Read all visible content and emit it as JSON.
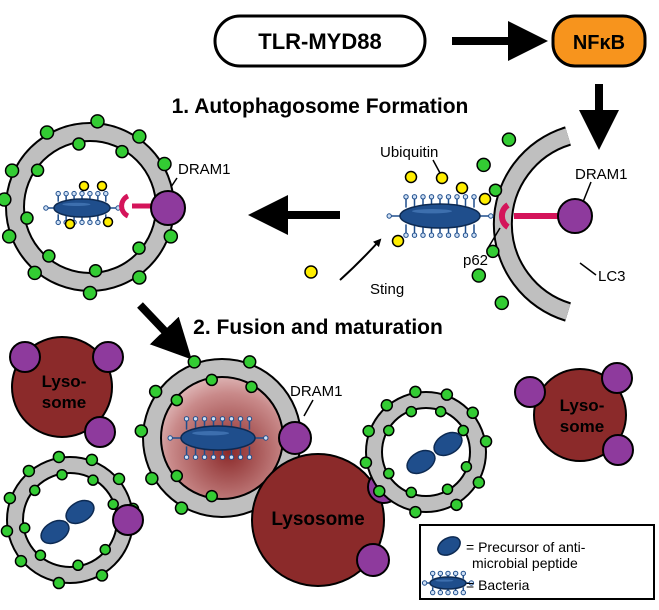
{
  "pathway": {
    "tlr_label": "TLR-MYD88",
    "nfkb_label": "NFκB"
  },
  "stages": {
    "stage1_title": "1. Autophagosome Formation",
    "stage2_title": "2. Fusion and maturation"
  },
  "labels": {
    "ubiquitin": "Ubiquitin",
    "dram1": "DRAM1",
    "p62": "p62",
    "lc3": "LC3",
    "sting": "Sting",
    "lysosome": "Lysosome",
    "lyso_line1": "Lyso-",
    "lyso_line2": "some"
  },
  "legend": {
    "precursor_line1": "= Precursor of anti-",
    "precursor_line2": "microbial peptide",
    "bacteria": "= Bacteria"
  },
  "colors": {
    "nfkb_fill": "#f7941d",
    "membrane_gray": "#bfbfbf",
    "lc3_green": "#33cc33",
    "dram1_purple": "#8e3a9d",
    "p62_pink": "#d4145a",
    "ubiquitin_yellow": "#ffee00",
    "bacteria_blue": "#1f4e8c",
    "lysosome_red": "#8b2a2a"
  }
}
